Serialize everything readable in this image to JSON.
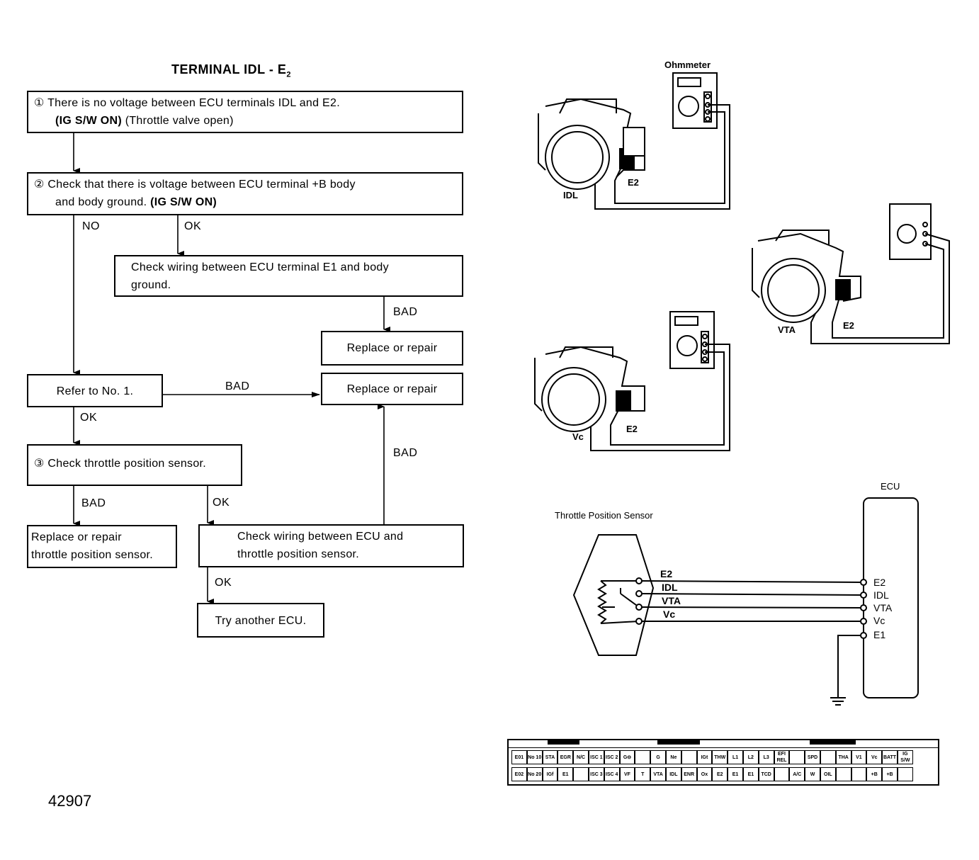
{
  "title": "TERMINAL IDL - E",
  "title_sub": "2",
  "step1": {
    "line1": "① There is no voltage between ECU terminals IDL and E2.",
    "line2_bold": "(IG S/W ON)",
    "line2_rest": " (Throttle valve open)"
  },
  "step2": {
    "line1": "② Check that there is voltage between ECU terminal +B body",
    "line2_plain": "and body ground. ",
    "line2_bold": "(IG S/W ON)"
  },
  "check_e1": {
    "line1": "Check wiring between ECU terminal E1 and body",
    "line2": "ground."
  },
  "replace_repair_1": "Replace or repair",
  "replace_repair_2": "Replace or repair",
  "refer_no1": "Refer to No. 1.",
  "step3": "③ Check throttle position sensor.",
  "replace_tps": {
    "line1": "Replace or repair",
    "line2": "throttle position sensor."
  },
  "check_wiring_tps": {
    "line1": "Check wiring between ECU and",
    "line2": "throttle position sensor."
  },
  "try_ecu": "Try another ECU.",
  "labels": {
    "no": "NO",
    "ok": "OK",
    "bad": "BAD"
  },
  "ohmmeter_label": "Ohmmeter",
  "probe_labels": {
    "idl": "IDL",
    "vta": "VTA",
    "vc": "Vc",
    "e2": "E2"
  },
  "tps_label": "Throttle Position Sensor",
  "ecu_label": "ECU",
  "wires": [
    "E2",
    "IDL",
    "VTA",
    "Vc"
  ],
  "ecu_terminals": [
    "E2",
    "IDL",
    "VTA",
    "Vc",
    "E1"
  ],
  "connector_row1": [
    "E01",
    "No 10",
    "STA",
    "EGR",
    "N/C",
    "ISC 1",
    "ISC 2",
    "G⊖",
    "",
    "G",
    "Ne",
    "",
    "IGt",
    "THW",
    "L1",
    "L2",
    "L3",
    "EFI REL",
    "",
    "SPD",
    "",
    "THA",
    "V1",
    "Vc",
    "BATT",
    "IG S/W"
  ],
  "connector_row2": [
    "E02",
    "No 20",
    "IGf",
    "E1",
    "",
    "ISC 3",
    "ISC 4",
    "VF",
    "T",
    "VTA",
    "IDL",
    "ENR",
    "Ox",
    "E2",
    "E1",
    "E1",
    "TCD",
    "",
    "A/C",
    "W",
    "OIL",
    "",
    "",
    "+B",
    "+B",
    ""
  ],
  "figure_code": "42907"
}
